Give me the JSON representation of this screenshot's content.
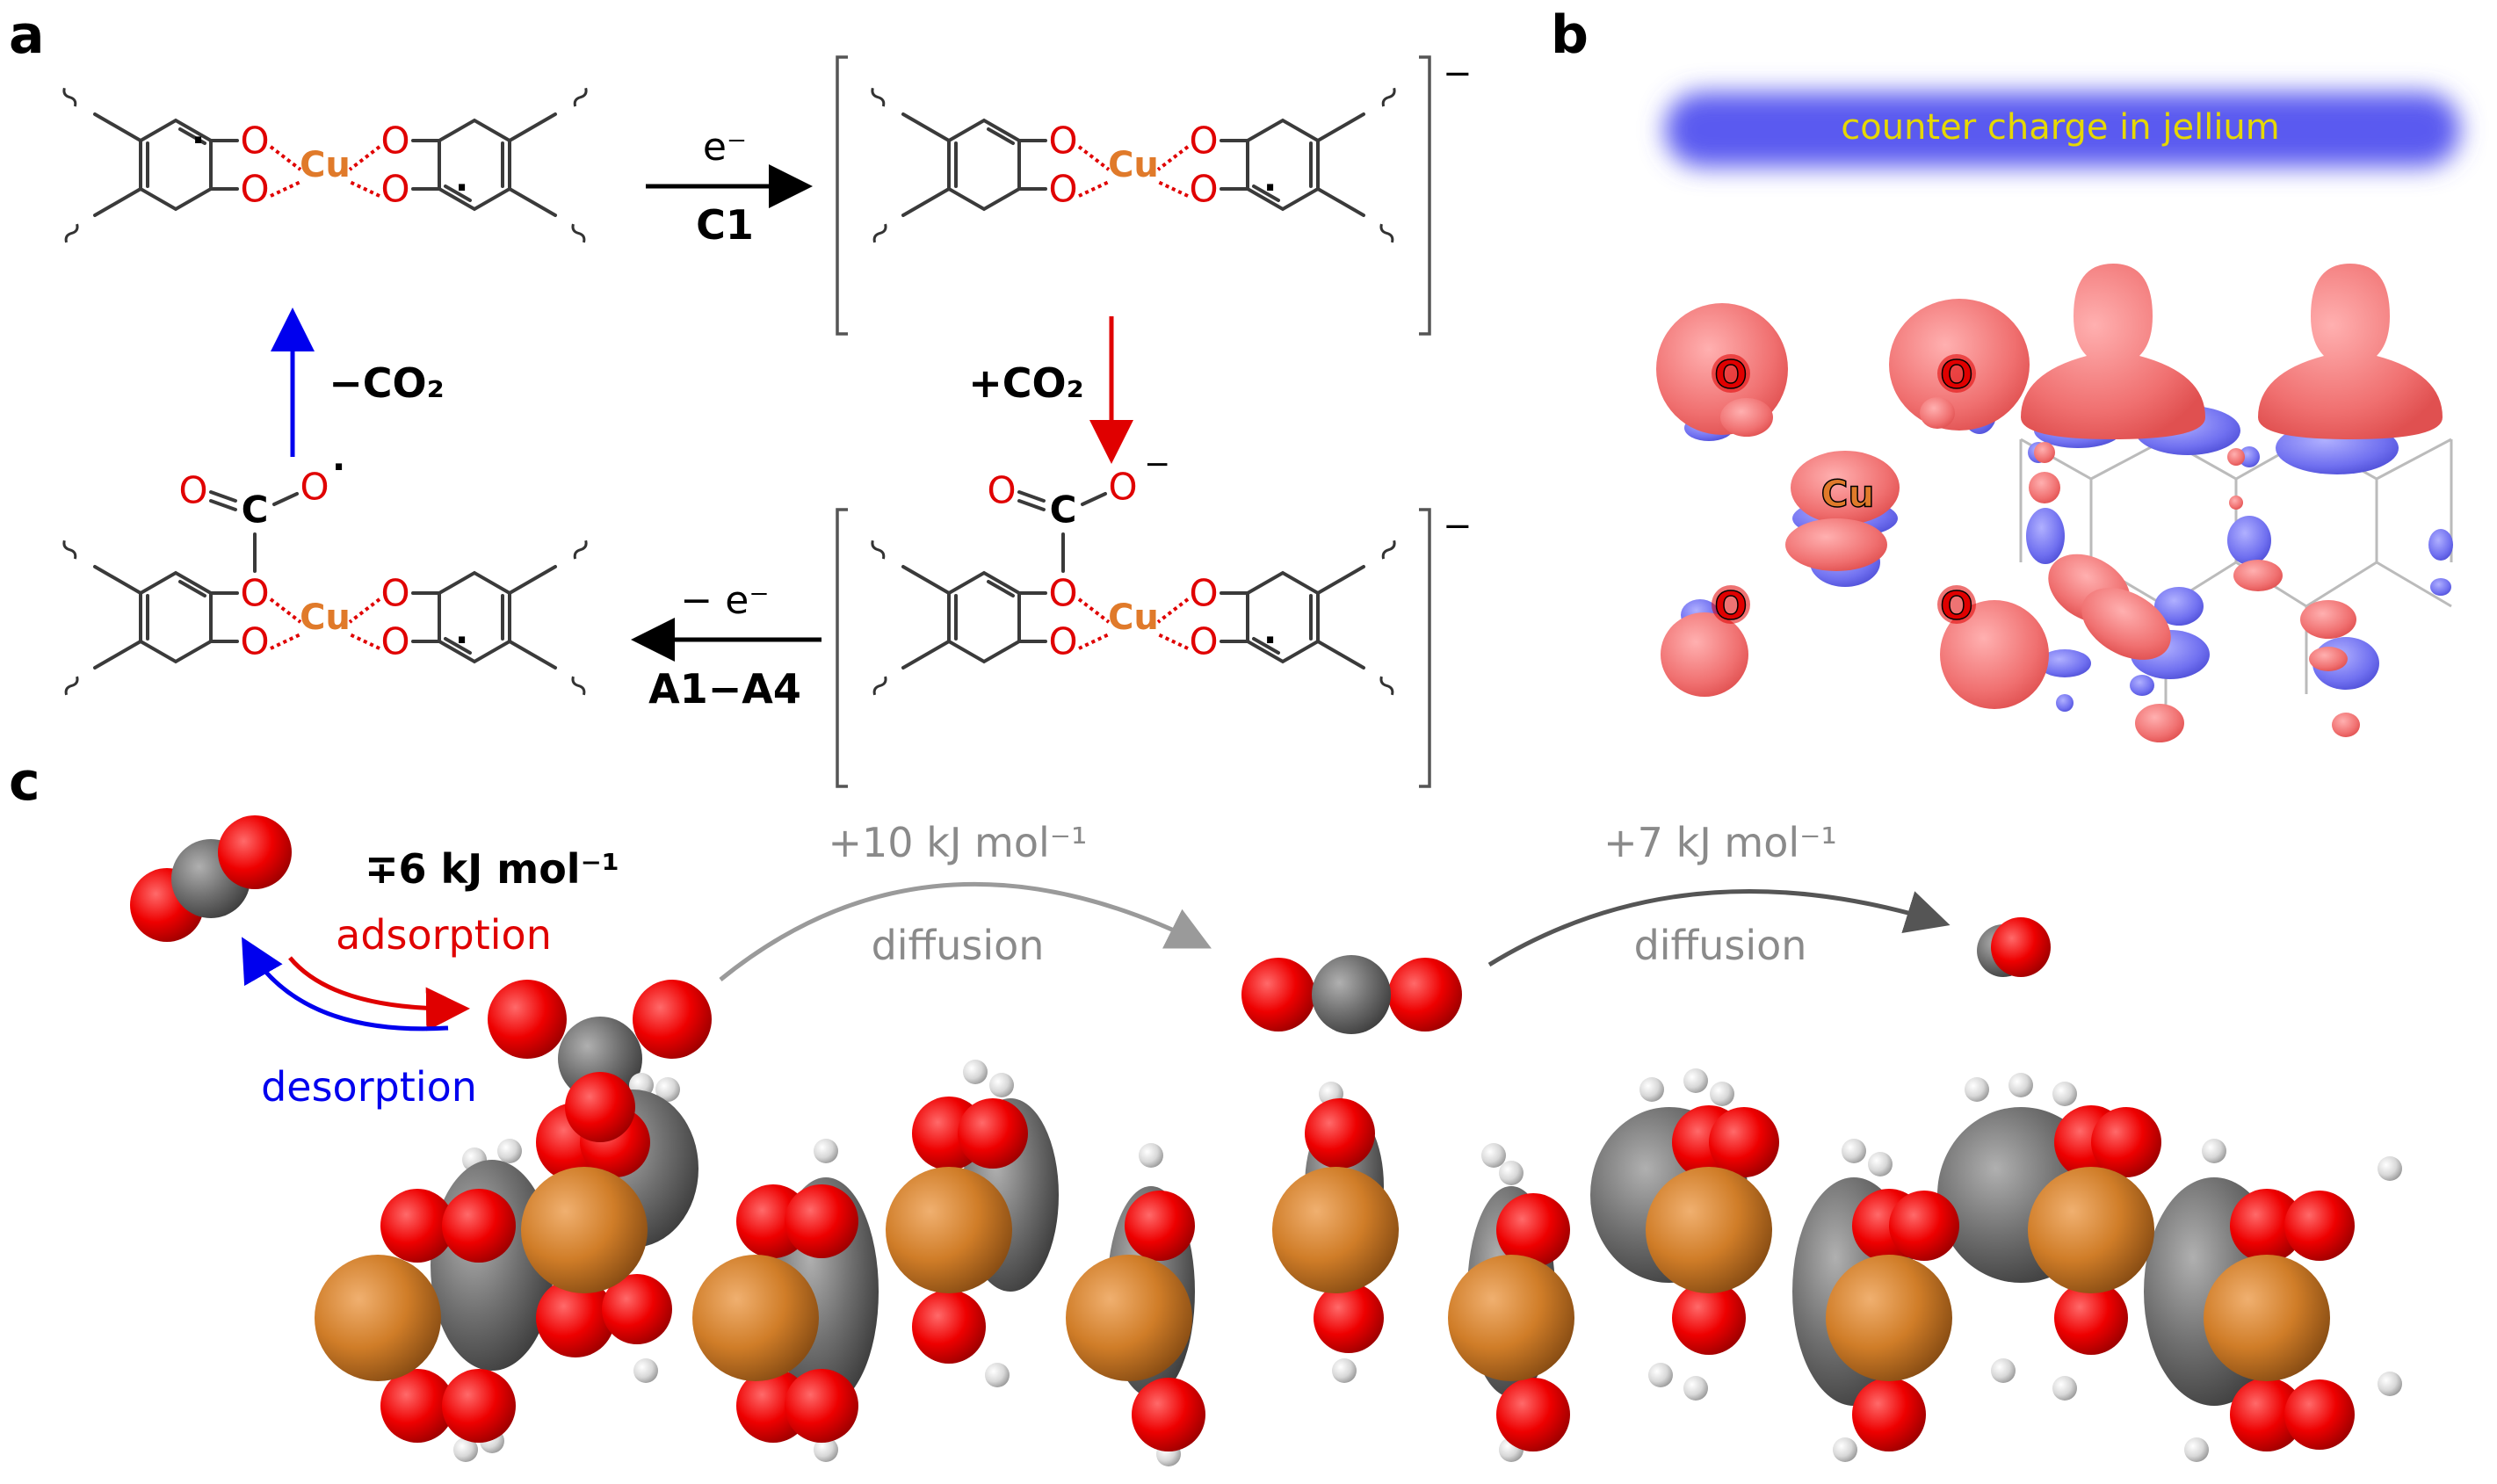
{
  "panels": {
    "a": "a",
    "b": "b",
    "c": "c"
  },
  "panel_a": {
    "atoms": {
      "O": "O",
      "Cu": "Cu",
      "C": "C"
    },
    "radical": "·",
    "minus": "−",
    "step_c1": {
      "top": "e⁻",
      "bottom": "C1"
    },
    "step_co2_add": "+CO₂",
    "step_a": {
      "top": "− e⁻",
      "bottom": "A1−A4"
    },
    "step_co2_remove": "−CO₂"
  },
  "panel_b": {
    "jellium_label": "counter charge in jellium",
    "atom_o": "O",
    "atom_cu": "Cu"
  },
  "panel_c": {
    "energy_ads": "∓6 kJ mol⁻¹",
    "adsorption": "adsorption",
    "desorption": "desorption",
    "energy_diff1": "+10 kJ mol⁻¹",
    "diffusion1": "diffusion",
    "energy_diff2": "+7 kJ mol⁻¹",
    "diffusion2": "diffusion"
  },
  "colors": {
    "oxygen": "#e00000",
    "copper": "#d07d28",
    "carbon": "#6e6e6e",
    "hydrogen": "#d8d8d8",
    "arrow_red": "#e00000",
    "arrow_blue": "#0000ee",
    "isosurface_pos": "#f07878",
    "isosurface_neg": "#7878f0",
    "jellium_text": "#e6d800"
  }
}
